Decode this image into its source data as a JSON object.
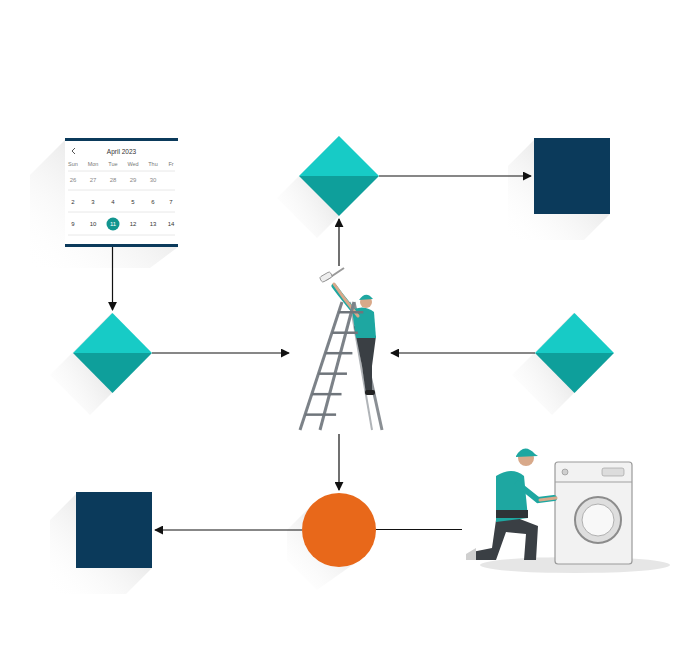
{
  "diagram": {
    "nodes": [
      {
        "text": [
          "April 2023"
        ]
      },
      {
        "text": []
      },
      {
        "text": []
      },
      {
        "text": []
      },
      {
        "text": []
      },
      {
        "text": []
      },
      {
        "text": []
      },
      {
        "text": []
      },
      {
        "text": []
      }
    ],
    "edges": [
      {
        "from": 0,
        "to": 3,
        "arrow": "to"
      },
      {
        "from": 3,
        "to": 4,
        "arrow": "to"
      },
      {
        "from": 5,
        "to": 4,
        "arrow": "to"
      },
      {
        "from": 4,
        "to": 1,
        "arrow": "to"
      },
      {
        "from": 1,
        "to": 2,
        "arrow": "to"
      },
      {
        "from": 4,
        "to": 7,
        "arrow": "to"
      },
      {
        "from": 7,
        "to": 6,
        "arrow": "to"
      },
      {
        "from": 8,
        "to": 7,
        "arrow": "none"
      }
    ],
    "labels": [
      "Sun",
      "Mon",
      "Tue",
      "Wed",
      "Thu",
      "Fr",
      "26",
      "27",
      "28",
      "29",
      "30",
      "2",
      "3",
      "4",
      "5",
      "6",
      "7",
      "9",
      "10",
      "11",
      "12",
      "13",
      "14"
    ]
  }
}
